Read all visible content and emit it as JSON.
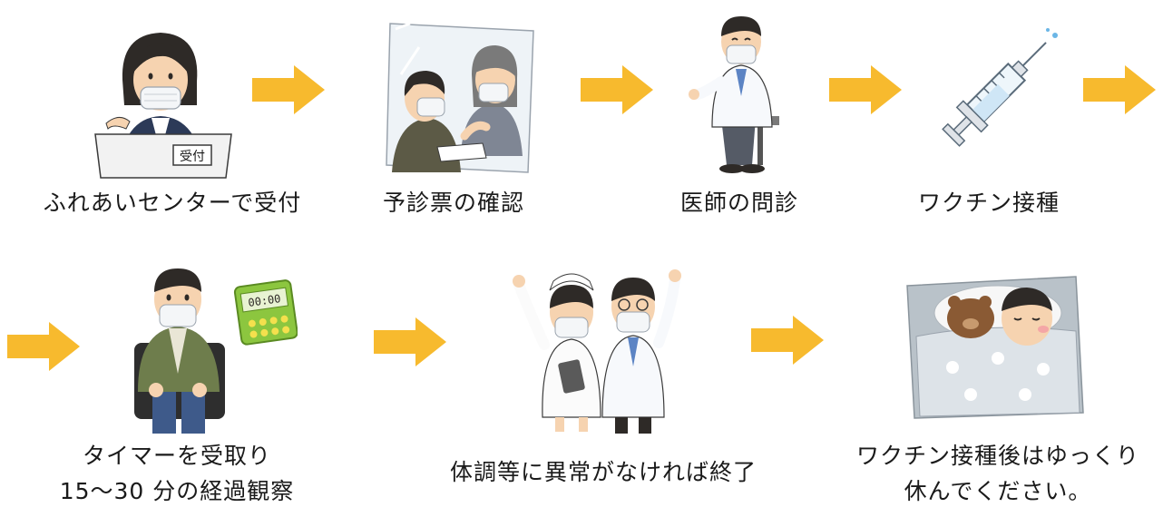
{
  "flow": {
    "steps": [
      {
        "id": "reception",
        "caption_lines": [
          "ふれあいセンターで受付"
        ],
        "sign_text": "受付",
        "illustration": "receptionist-icon"
      },
      {
        "id": "questionnaire",
        "caption_lines": [
          "予診票の確認"
        ],
        "illustration": "questionnaire-check-icon"
      },
      {
        "id": "consultation",
        "caption_lines": [
          "医師の問診"
        ],
        "illustration": "doctor-icon"
      },
      {
        "id": "vaccination",
        "caption_lines": [
          "ワクチン接種"
        ],
        "illustration": "syringe-icon"
      },
      {
        "id": "observation",
        "caption_lines": [
          "タイマーを受取り",
          "15～30 分の経過観察"
        ],
        "timer_text": "00:00",
        "illustration": "seated-man-timer-icon"
      },
      {
        "id": "finish",
        "caption_lines": [
          "体調等に異常がなければ終了"
        ],
        "illustration": "nurse-doctor-icon"
      },
      {
        "id": "rest",
        "caption_lines": [
          "ワクチン接種後はゆっくり",
          "休んでください。"
        ],
        "illustration": "resting-in-bed-icon"
      }
    ],
    "arrow_icon": "right-arrow-icon",
    "colors": {
      "arrow": "#F7BA2E",
      "skin": "#F6D3B0",
      "hair": "#2E2A27",
      "mask": "#F4F6F8",
      "coat": "#F7F9FC",
      "outline": "#3A3A3A"
    }
  }
}
